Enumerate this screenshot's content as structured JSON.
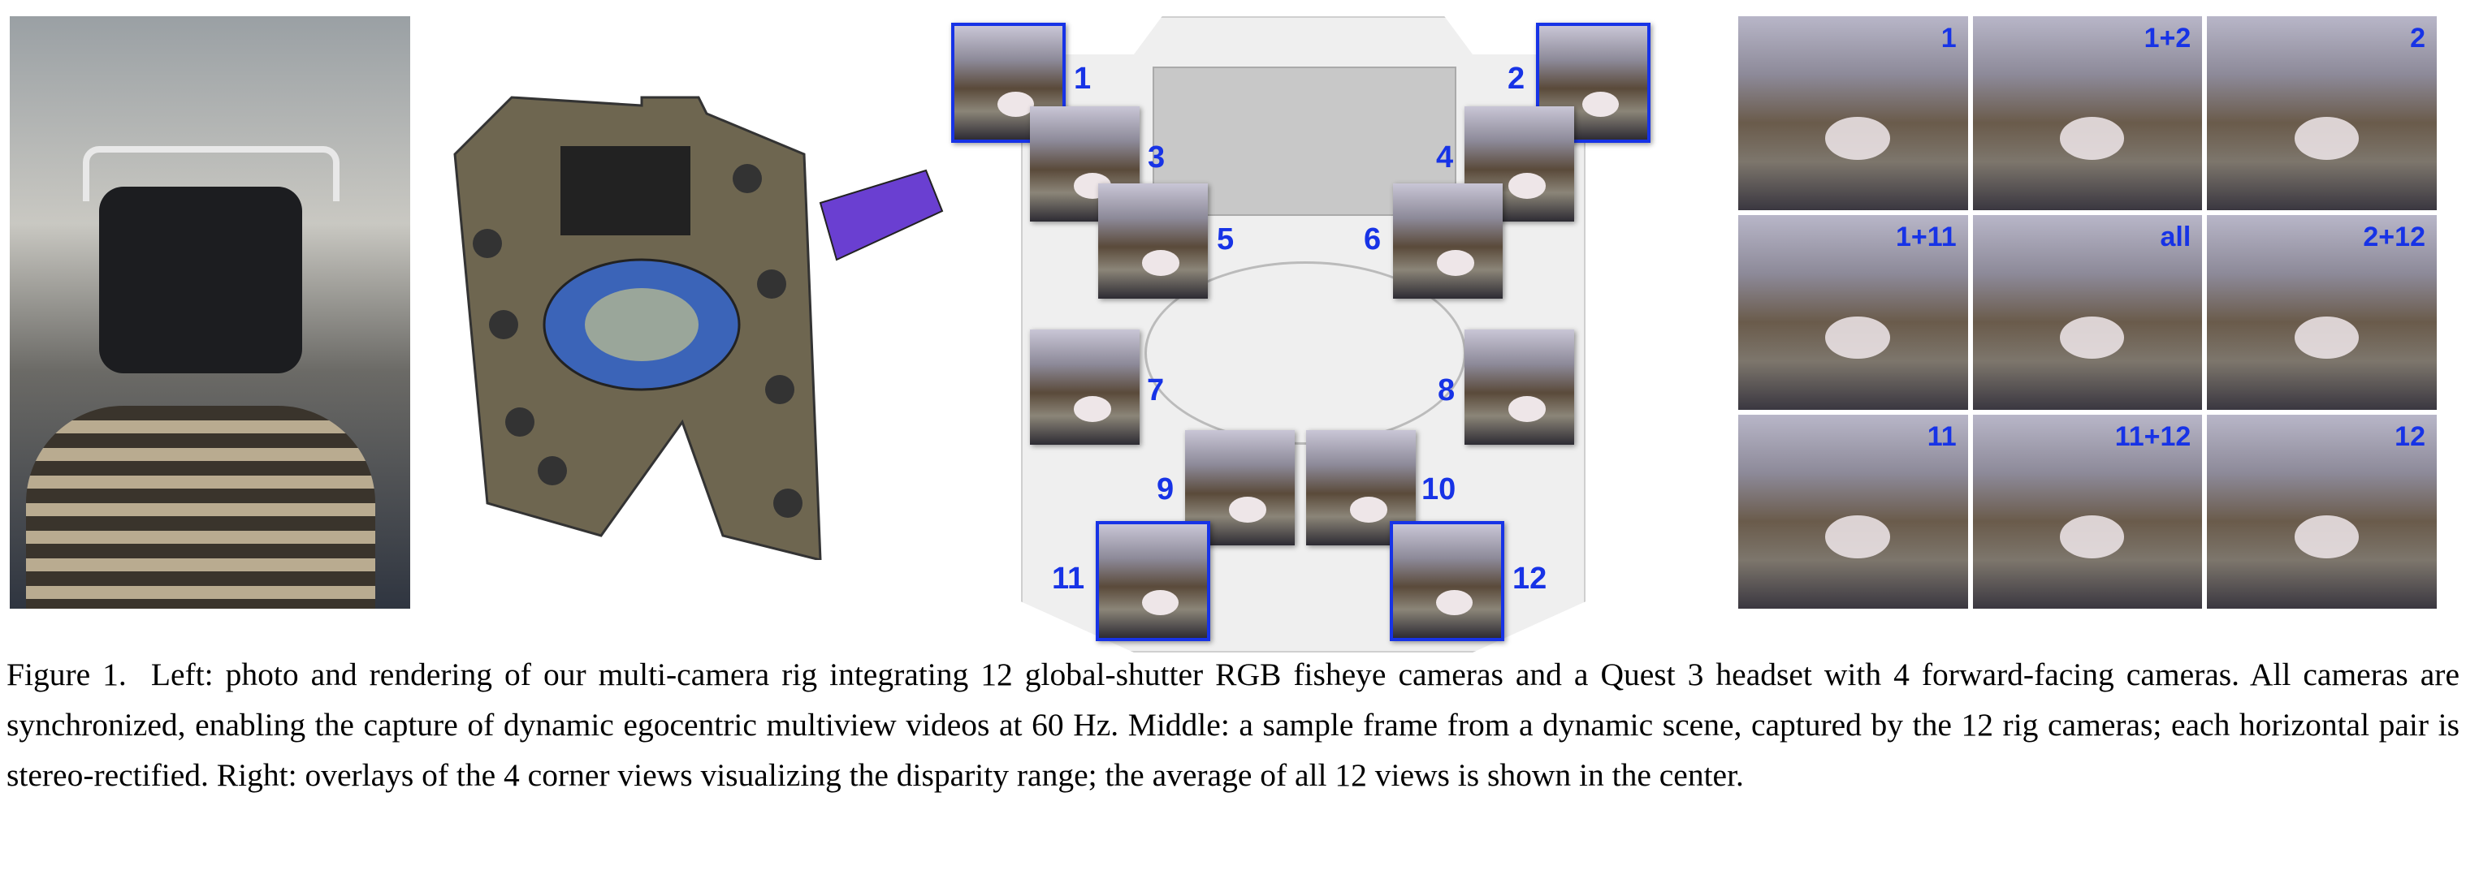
{
  "middle_panel": {
    "labels": [
      "1",
      "2",
      "3",
      "4",
      "5",
      "6",
      "7",
      "8",
      "9",
      "10",
      "11",
      "12"
    ]
  },
  "right_panel": {
    "labels": [
      "1",
      "1+2",
      "2",
      "1+11",
      "all",
      "2+12",
      "11",
      "11+12",
      "12"
    ]
  },
  "caption": {
    "label": "Figure 1.",
    "text": "Left: photo and rendering of our multi-camera rig integrating 12 global-shutter RGB fisheye cameras and a Quest 3 headset with 4 forward-facing cameras. All cameras are synchronized, enabling the capture of dynamic egocentric multiview videos at 60 Hz. Middle: a sample frame from a dynamic scene, captured by the 12 rig cameras; each horizontal pair is stereo-rectified. Right: overlays of the 4 corner views visualizing the disparity range; the average of all 12 views is shown in the center."
  },
  "colors": {
    "label_blue": "#1733e6"
  }
}
